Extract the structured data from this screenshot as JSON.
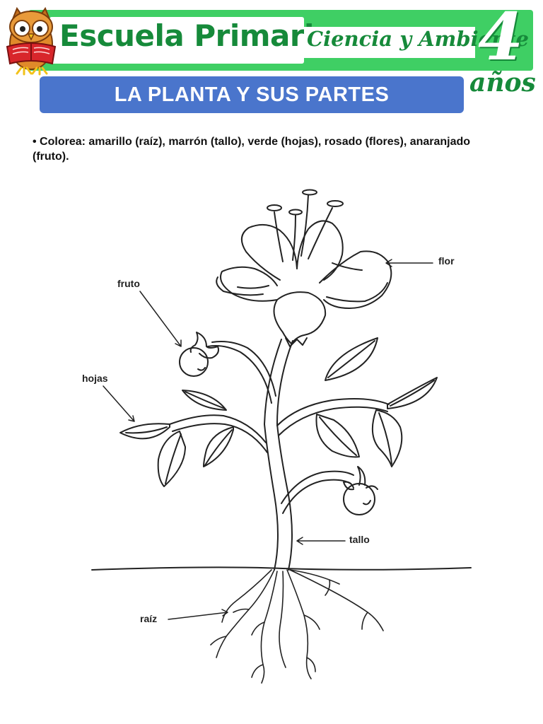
{
  "header": {
    "school": "Escuela Primaria",
    "subject": "Ciencia y Ambiente",
    "age_number": "4",
    "age_unit": "años"
  },
  "topic": {
    "title": "LA PLANTA Y SUS PARTES"
  },
  "instruction": {
    "text": "• Colorea: amarillo (raíz), marrón (tallo), verde (hojas), rosado (flores), anaranjado  (fruto)."
  },
  "diagram": {
    "labels": {
      "flower": "flor",
      "fruit": "fruto",
      "leaves": "hojas",
      "stem": "tallo",
      "root": "raíz"
    }
  }
}
